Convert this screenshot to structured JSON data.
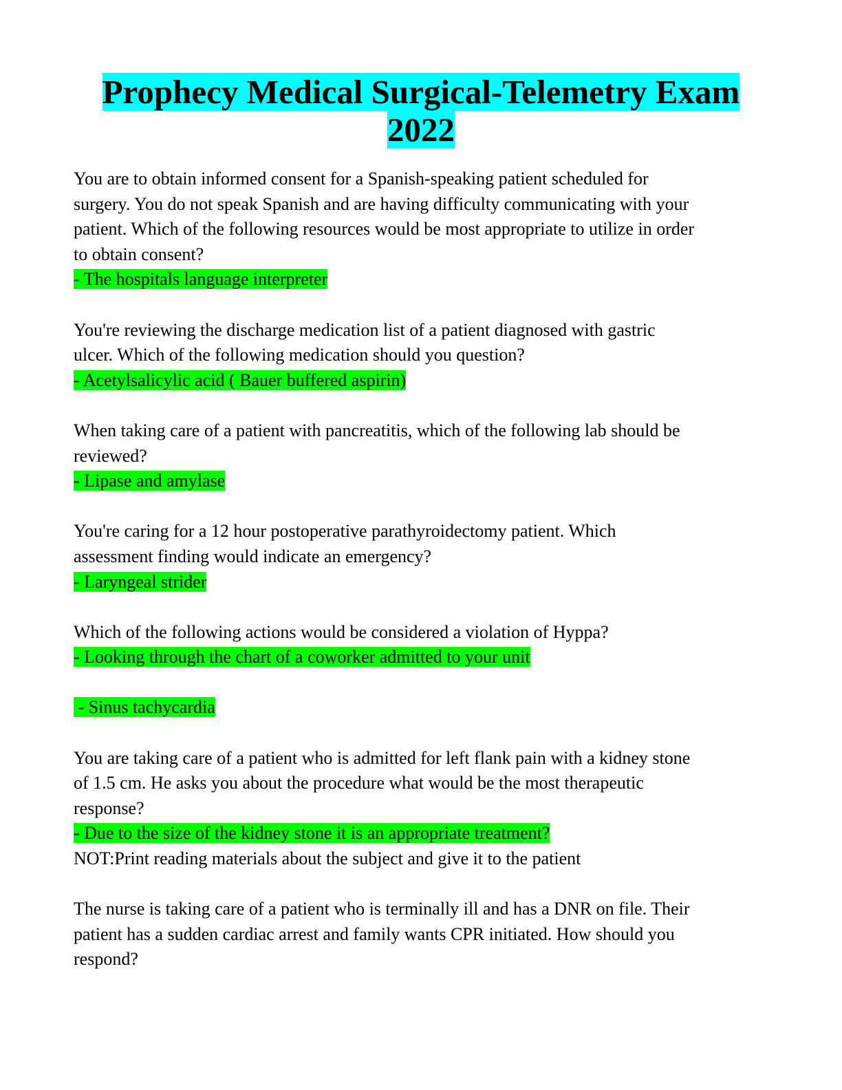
{
  "document": {
    "title_line1": "Prophecy Medical Surgical-Telemetry Exam",
    "title_line2": "2022",
    "highlight_colors": {
      "title": "#00ffff",
      "answer": "#00ff00"
    },
    "q1": {
      "lines": [
        "You are to obtain informed consent for a Spanish-speaking patient scheduled for",
        "surgery. You do not speak Spanish and are having difficulty communicating with your",
        "patient. Which of the following resources would be most appropriate to utilize in order",
        "to obtain consent?"
      ],
      "answer": "- The hospitals language interpreter"
    },
    "q2": {
      "lines": [
        "You're reviewing the discharge medication list of a patient diagnosed with gastric",
        "ulcer. Which of the following medication should you question?"
      ],
      "answer": "- Acetylsalicylic acid ( Bauer buffered aspirin)"
    },
    "q3": {
      "lines": [
        "When taking care of a patient with pancreatitis, which of the following lab should be",
        "reviewed?"
      ],
      "answer": "- Lipase and amylase"
    },
    "q4": {
      "lines": [
        "You're caring for a 12 hour postoperative parathyroidectomy patient. Which",
        "assessment finding would indicate an emergency?"
      ],
      "answer": "- Laryngeal strider"
    },
    "q5": {
      "lines": [
        "Which of the following actions would be considered a violation of Hyppa?"
      ],
      "answer": "- Looking through the chart of a coworker admitted to your unit"
    },
    "q6": {
      "answer": " - Sinus tachycardia"
    },
    "q7": {
      "lines": [
        "You are taking care of a patient who is admitted for left flank pain with a kidney stone",
        "of 1.5 cm. He asks you about the procedure what would be the most therapeutic",
        "response?"
      ],
      "answer": "- Due to the size of the kidney stone it is an appropriate treatment?",
      "note": "NOT:Print reading materials about the subject and give it to the patient"
    },
    "q8": {
      "lines": [
        "The nurse is taking care of a patient who is terminally ill and has a DNR on file. Their",
        "patient has a sudden cardiac arrest and family wants CPR initiated. How should you",
        "respond?"
      ]
    }
  }
}
